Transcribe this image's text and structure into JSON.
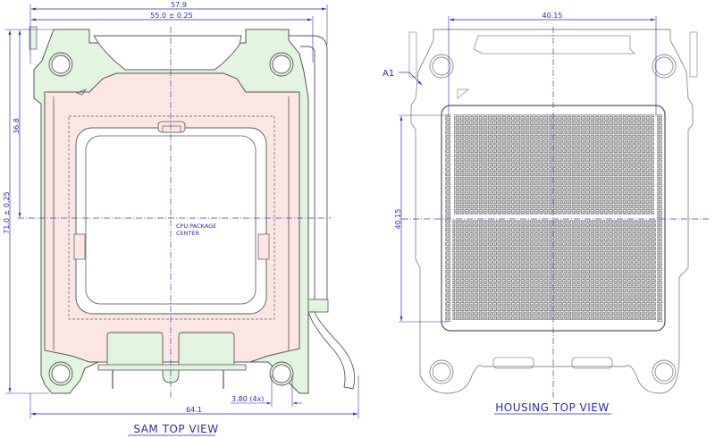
{
  "colors": {
    "dimension": "#2a2ab8",
    "outline": "#555555",
    "outline_light": "#8a8a8a",
    "frame_fill": "#e3f5e1",
    "loadplate_fill": "#fde7e4",
    "centerline": "#3a3acc"
  },
  "sam_view": {
    "title": "SAM TOP VIEW",
    "dim_overall_width": "57.9",
    "dim_frame_width": "55.0 ± 0.25",
    "dim_overall_height": "71.0 ± 0.25",
    "dim_hole_to_center": "36.8",
    "dim_total_width_with_lever": "64.1",
    "dim_hole_diameter": "3.80 (4x)",
    "center_label_line1": "CPU PACKAGE",
    "center_label_line2": "CENTER"
  },
  "housing_view": {
    "title": "HOUSING TOP VIEW",
    "dim_contact_width": "40.15",
    "dim_contact_height": "40.15",
    "pin1_label": "A1"
  }
}
